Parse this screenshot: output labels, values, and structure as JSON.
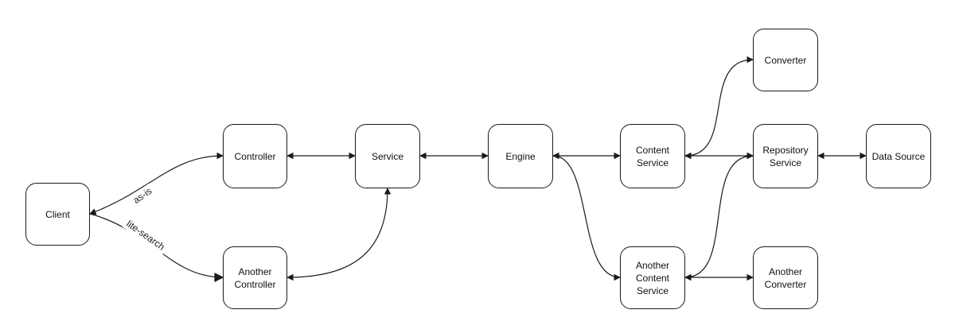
{
  "nodes": {
    "client": "Client",
    "controller": "Controller",
    "another_controller": "Another\nController",
    "service": "Service",
    "engine": "Engine",
    "content_service": "Content\nService",
    "another_content_service": "Another\nContent\nService",
    "converter": "Converter",
    "repository_service": "Repository\nService",
    "another_converter": "Another\nConverter",
    "data_source": "Data Source"
  },
  "edge_labels": {
    "as_is": "as-is",
    "lite_search": "lite-search"
  },
  "colors": {
    "stroke": "#1a1a1a",
    "background": "#ffffff"
  }
}
